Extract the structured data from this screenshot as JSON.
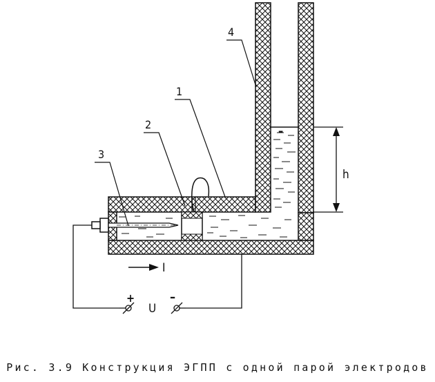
{
  "diagram": {
    "labels": {
      "part_1": "1",
      "part_2": "2",
      "part_3": "3",
      "part_4": "4",
      "height": "h",
      "current": "I",
      "voltage": "U",
      "plus": "+",
      "minus_terminal": "–",
      "minus_surface": "–"
    }
  },
  "caption": "Рис. 3.9 Конструкция ЭГПП с одной парой электродов"
}
